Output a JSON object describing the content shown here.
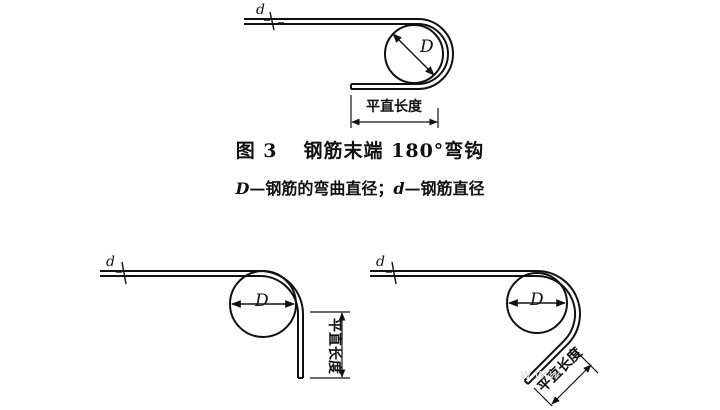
{
  "figure": {
    "number": "图 3",
    "title": "钢筋末端 180°弯钩"
  },
  "legend": {
    "D_symbol": "D",
    "D_text": "—钢筋的弯曲直径；",
    "d_symbol": "d",
    "d_text": "—钢筋直径"
  },
  "labels": {
    "diameter": "D",
    "bar_diameter": "d",
    "straight_length": "平直长度"
  },
  "watermark": "www",
  "colors": {
    "ink": "#111111",
    "watermark": "#d9d9d9"
  }
}
